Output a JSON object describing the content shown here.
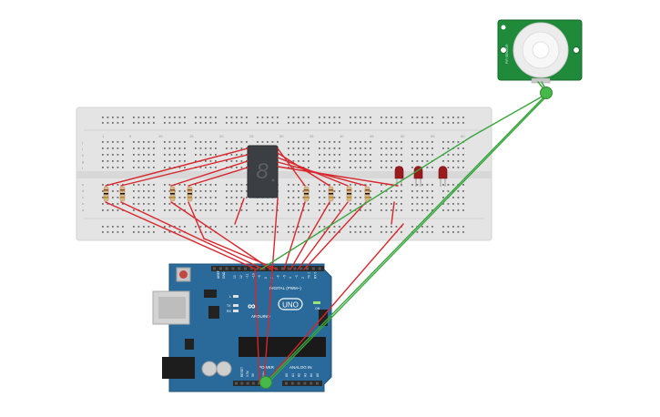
{
  "colors": {
    "wire_red": "#d7262c",
    "wire_green": "#3aa53f",
    "breadboard": "#e5e5e5",
    "arduino_blue": "#2a6a9a",
    "pir_board": "#1f8a3a",
    "led_red": "#9b1a1d"
  },
  "arduino": {
    "logo_text": "ARDUINO",
    "model_text": "UNO",
    "digital_label": "DIGITAL (PWM~)",
    "power_label": "POWER",
    "analog_label": "ANALOG IN",
    "on_label": "ON",
    "tx_label": "TX",
    "rx_label": "RX",
    "l_label": "L",
    "aref_label": "AREF",
    "gnd_label": "GND",
    "reset_label": "RESET",
    "v33_label": "3.3V",
    "v5_label": "5V",
    "vin_label": "VIN",
    "digital_pins": [
      "13",
      "12",
      "~11",
      "~10",
      "~9",
      "8",
      "7",
      "~6",
      "~5",
      "4",
      "~3",
      "2",
      "TX 1",
      "RX 0"
    ],
    "analog_pins": [
      "A0",
      "A1",
      "A2",
      "A3",
      "A4",
      "A5"
    ]
  },
  "seven_segment": {
    "digit": "8"
  },
  "pir_sensor": {
    "label": "PIR SENSOR"
  },
  "breadboard": {
    "col_numbers": [
      "1",
      "5",
      "10",
      "15",
      "20",
      "25",
      "30",
      "35",
      "40",
      "45",
      "50",
      "55",
      "60"
    ],
    "row_letters_top": [
      "j",
      "i",
      "h",
      "g",
      "f"
    ],
    "row_letters_bottom": [
      "e",
      "d",
      "c",
      "b",
      "a"
    ]
  }
}
